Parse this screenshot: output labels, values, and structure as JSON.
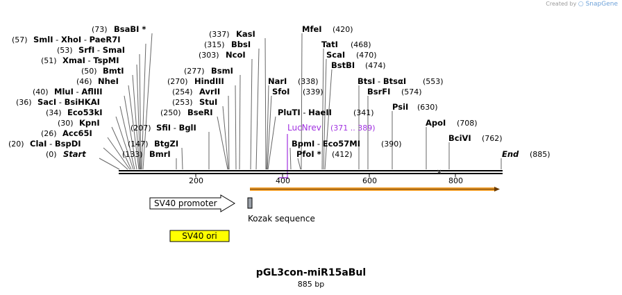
{
  "branding": {
    "created_by": "Created by",
    "app": "SnapGene"
  },
  "plasmid": {
    "name": "pGL3con-miR15aBul",
    "length_label": "885 bp"
  },
  "ruler": {
    "ticks": [
      "200",
      "400",
      "600",
      "800"
    ]
  },
  "sites": [
    {
      "num": "(73)",
      "name": "BsaBI",
      "star": true,
      "kind": "single"
    },
    {
      "num": "(57)",
      "names": [
        "SmlI",
        "XhoI",
        "PaeR7I"
      ],
      "kind": "multi"
    },
    {
      "num": "(53)",
      "names": [
        "SrfI",
        "SmaI"
      ],
      "kind": "multi"
    },
    {
      "num": "(51)",
      "names": [
        "XmaI",
        "TspMI"
      ],
      "kind": "multi"
    },
    {
      "num": "(50)",
      "name": "BmtI",
      "kind": "single"
    },
    {
      "num": "(46)",
      "name": "NheI",
      "kind": "single"
    },
    {
      "num": "(40)",
      "names": [
        "MluI",
        "AflIII"
      ],
      "kind": "multi"
    },
    {
      "num": "(36)",
      "names": [
        "SacI",
        "BsiHKAI"
      ],
      "kind": "multi"
    },
    {
      "num": "(34)",
      "name": "Eco53kI",
      "kind": "single"
    },
    {
      "num": "(30)",
      "name": "KpnI",
      "kind": "single"
    },
    {
      "num": "(26)",
      "name": "Acc65I",
      "kind": "single"
    },
    {
      "num": "(20)",
      "names": [
        "ClaI",
        "BspDI"
      ],
      "kind": "multi"
    },
    {
      "num": "(0)",
      "name": "Start",
      "kind": "single"
    },
    {
      "num": "(207)",
      "names": [
        "SfiI",
        "BglI"
      ],
      "kind": "multi"
    },
    {
      "num": "(147)",
      "name": "BtgZI",
      "kind": "single"
    },
    {
      "num": "(133)",
      "name": "BmrI",
      "kind": "single"
    },
    {
      "num": "(337)",
      "name": "KasI",
      "kind": "single"
    },
    {
      "num": "(315)",
      "name": "BbsI",
      "kind": "single"
    },
    {
      "num": "(303)",
      "name": "NcoI",
      "kind": "single"
    },
    {
      "num": "(277)",
      "name": "BsmI",
      "kind": "single"
    },
    {
      "num": "(270)",
      "name": "HindIII",
      "kind": "single"
    },
    {
      "num": "(254)",
      "name": "AvrII",
      "kind": "single"
    },
    {
      "num": "(253)",
      "name": "StuI",
      "kind": "single"
    },
    {
      "num": "(250)",
      "name": "BseRI",
      "kind": "single"
    },
    {
      "num": "(338)",
      "name": "NarI",
      "kind": "single"
    },
    {
      "num": "(339)",
      "name": "SfoI",
      "kind": "single"
    },
    {
      "num": "(341)",
      "names": [
        "PluTI",
        "HaeII"
      ],
      "kind": "multi"
    },
    {
      "num": "(420)",
      "name": "MfeI",
      "kind": "single"
    },
    {
      "num": "(468)",
      "name": "TatI",
      "kind": "single"
    },
    {
      "num": "(470)",
      "name": "ScaI",
      "kind": "single"
    },
    {
      "num": "(474)",
      "name": "BstBI",
      "kind": "single"
    },
    {
      "num": "(390)",
      "names": [
        "BpmI",
        "Eco57MI"
      ],
      "kind": "multi"
    },
    {
      "num": "(412)",
      "name": "PfoI",
      "star": true,
      "kind": "single"
    },
    {
      "num": "(553)",
      "names": [
        "BtsI",
        "BtsαI"
      ],
      "kind": "multi"
    },
    {
      "num": "(574)",
      "name": "BsrFI",
      "kind": "single"
    },
    {
      "num": "(630)",
      "name": "PsiI",
      "kind": "single"
    },
    {
      "num": "(708)",
      "name": "ApoI",
      "kind": "single"
    },
    {
      "num": "(762)",
      "name": "BciVI",
      "kind": "single"
    },
    {
      "num": "(885)",
      "name": "End",
      "kind": "single"
    }
  ],
  "primer": {
    "name": "LucNrev",
    "range": "(371 .. 389)",
    "color": "#a030e0"
  },
  "features": {
    "promoter": "SV40 promoter",
    "kozak": "Kozak sequence",
    "ori": "SV40 ori",
    "ori_color": "#ffff00",
    "orf_color": "#f0a030"
  }
}
